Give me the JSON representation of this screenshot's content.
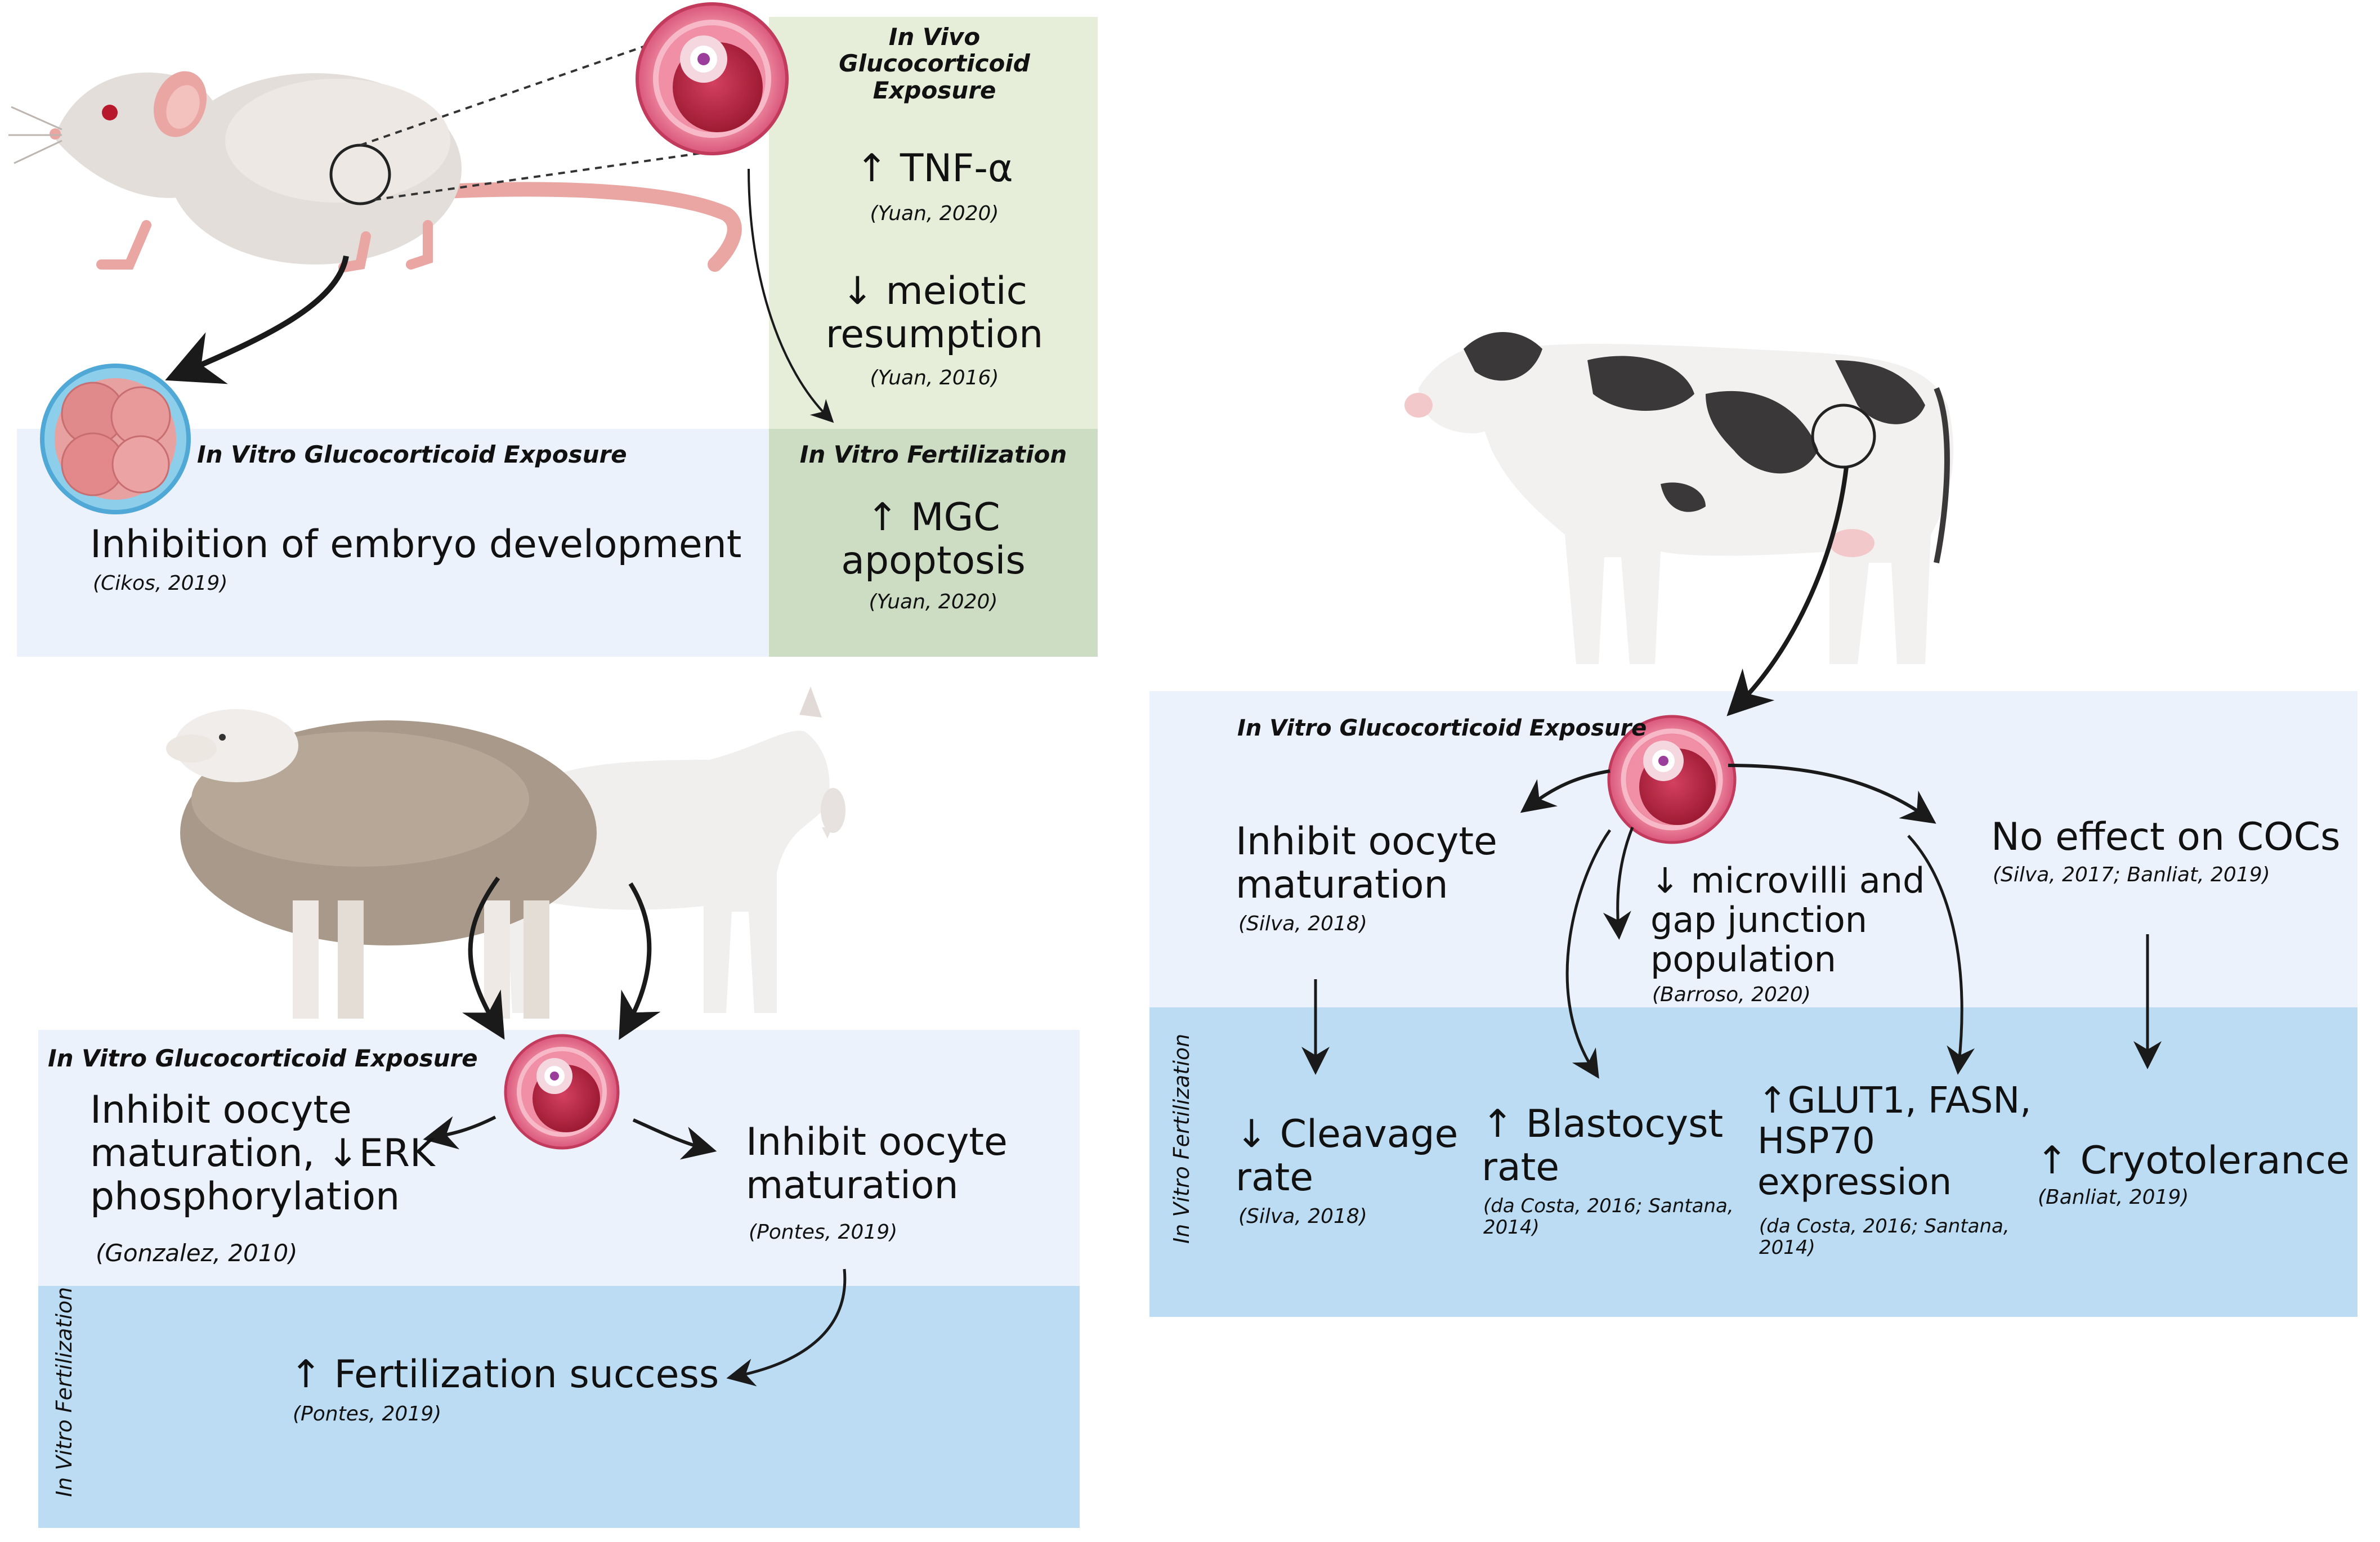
{
  "colors": {
    "light_panel": "#EBF2FB",
    "blue_panel": "#BBDCF3",
    "green_light": "#E6EEDA",
    "green_dark": "#CCDDC4",
    "oocyte_outer": "#E87A92",
    "oocyte_inner": "#B5263F",
    "arrow": "#1a1a1a"
  },
  "icons": [
    "mouse-illustration",
    "cow-illustration",
    "sheep-illustration",
    "goat-illustration",
    "oocyte-icon",
    "embryo-icon"
  ],
  "mouse_panel": {
    "invivo_header": [
      "In Vivo",
      "Glucocorticoid",
      "Exposure"
    ],
    "tnf": "↑ TNF-α",
    "tnf_cite": "(Yuan, 2020)",
    "meiotic": [
      "↓ meiotic",
      "resumption"
    ],
    "meiotic_cite": "(Yuan, 2016)",
    "invitro_exposure": "In Vitro Glucocorticoid Exposure",
    "embryo_inhibition": "Inhibition of embryo development",
    "embryo_cite": "(Cikos, 2019)",
    "ivf_header": "In Vitro Fertilization",
    "mgc": [
      "↑ MGC",
      "apoptosis"
    ],
    "mgc_cite": "(Yuan, 2020)"
  },
  "small_ruminant_panel": {
    "exposure_header": "In Vitro Glucocorticoid Exposure",
    "sheep_effect": [
      "Inhibit oocyte",
      "maturation, ↓ERK",
      "phosphorylation"
    ],
    "sheep_cite": "(Gonzalez, 2010)",
    "goat_effect": [
      "Inhibit oocyte",
      "maturation"
    ],
    "goat_cite": "(Pontes, 2019)",
    "ivf_label": "In Vitro Fertilization",
    "fertilization": "↑ Fertilization success",
    "fertilization_cite": "(Pontes, 2019)"
  },
  "cow_panel": {
    "exposure_header": "In Vitro Glucocorticoid Exposure",
    "inhibit": [
      "Inhibit oocyte",
      "maturation"
    ],
    "inhibit_cite": "(Silva, 2018)",
    "microvilli": [
      "↓ microvilli and",
      "gap junction",
      "population"
    ],
    "microvilli_cite": "(Barroso, 2020)",
    "no_effect": "No effect on COCs",
    "no_effect_cite": "(Silva, 2017; Banliat, 2019)",
    "ivf_label": "In Vitro Fertilization",
    "cleavage": [
      "↓ Cleavage",
      "rate"
    ],
    "cleavage_cite": "(Silva, 2018)",
    "blastocyst": [
      "↑ Blastocyst",
      "rate"
    ],
    "blastocyst_cite": [
      "(da Costa, 2016; Santana,",
      "2014)"
    ],
    "glut": [
      "↑GLUT1, FASN,",
      "HSP70",
      "expression"
    ],
    "glut_cite": [
      "(da Costa, 2016; Santana,",
      "2014)"
    ],
    "cryo": "↑ Cryotolerance",
    "cryo_cite": "(Banliat, 2019)"
  }
}
